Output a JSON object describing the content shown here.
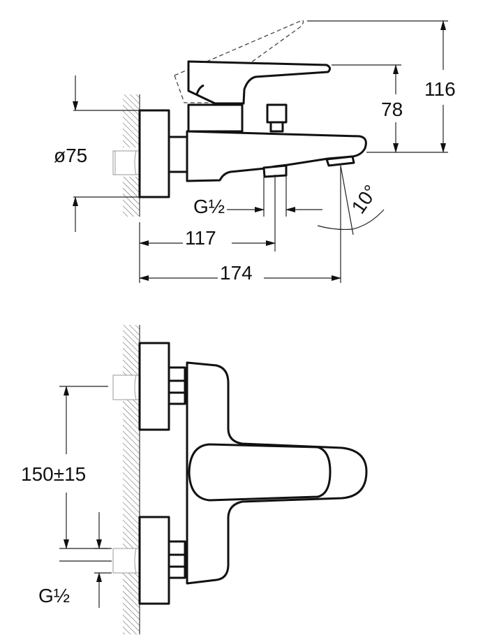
{
  "title": "Bath/shower mixer technical drawing",
  "side_view": {
    "dim_diameter": "ø75",
    "dim_total_height": "116",
    "dim_lever_height": "78",
    "dim_outlet_thread": "G½",
    "dim_angle": "10°",
    "dim_to_outlet": "117",
    "dim_projection": "174"
  },
  "front_view": {
    "dim_centers": "150±15",
    "dim_inlet_thread": "G½"
  }
}
